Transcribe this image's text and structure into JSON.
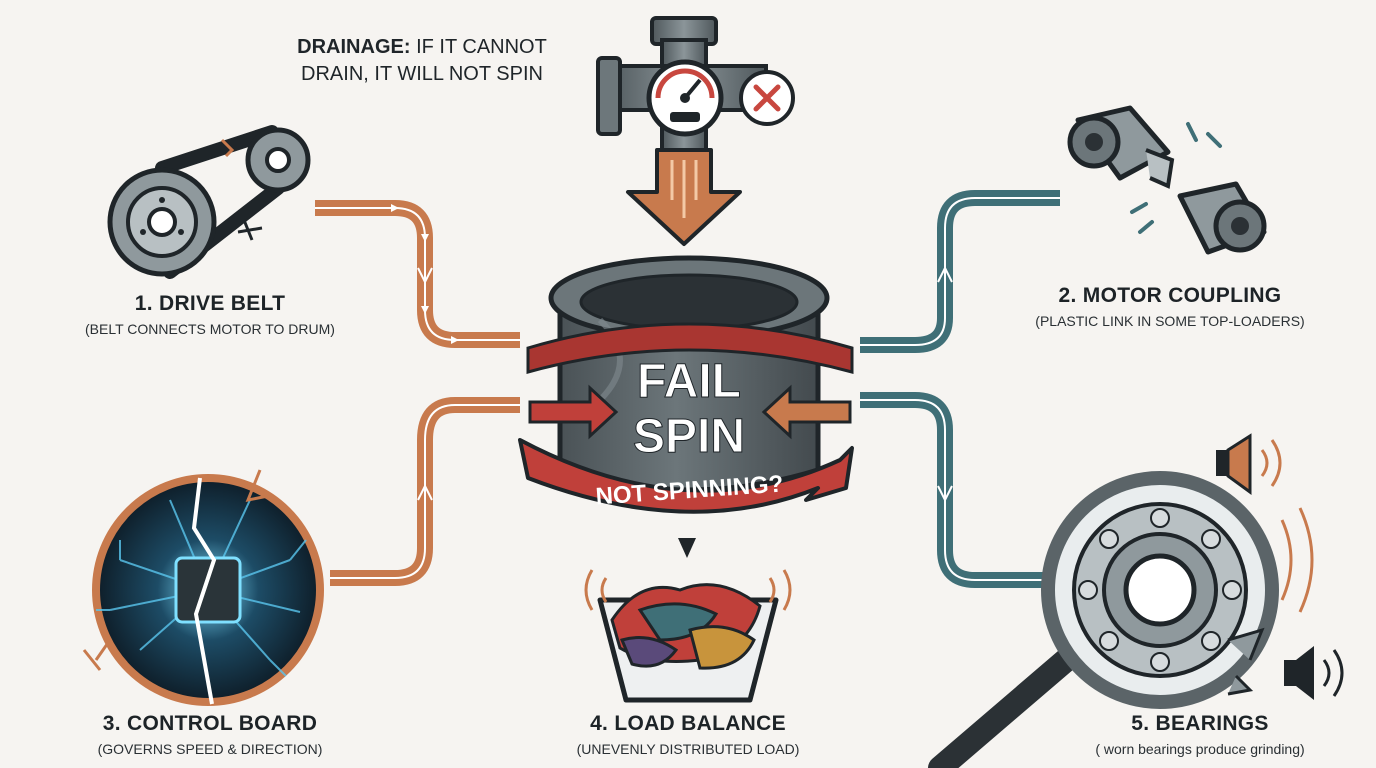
{
  "center": {
    "title_line1": "FAIL",
    "title_line2": "SPIN",
    "banner": "NOT SPINNING?"
  },
  "drainage": {
    "heading": "DRAINAGE:",
    "text_line1": "IF IT CANNOT",
    "text_line2": "DRAIN, IT WILL NOT SPIN"
  },
  "causes": [
    {
      "title": "1. DRIVE BELT",
      "subtitle": "(BELT CONNECTS MOTOR TO DRUM)"
    },
    {
      "title": "2. MOTOR COUPLING",
      "subtitle": "(PLASTIC LINK IN SOME TOP-LOADERS)"
    },
    {
      "title": "3. CONTROL BOARD",
      "subtitle": "(GOVERNS SPEED & DIRECTION)"
    },
    {
      "title": "4. LOAD BALANCE",
      "subtitle": "(UNEVENLY DISTRIBUTED LOAD)"
    },
    {
      "title": "5. BEARINGS",
      "subtitle": "( worn bearings produce grinding)"
    }
  ],
  "colors": {
    "orange_connector": "#c87a4d",
    "teal_connector": "#3f6f77",
    "drum": "#5b6468",
    "ribbon": "#c0403a",
    "circuit_glow": "#3fb6e6"
  },
  "icons": [
    "belt-pulley-icon",
    "motor-coupling-icon",
    "circuit-board-icon",
    "laundry-basket-icon",
    "bearing-magnifier-icon",
    "drain-pipe-gauge-icon",
    "speaker-icon"
  ]
}
